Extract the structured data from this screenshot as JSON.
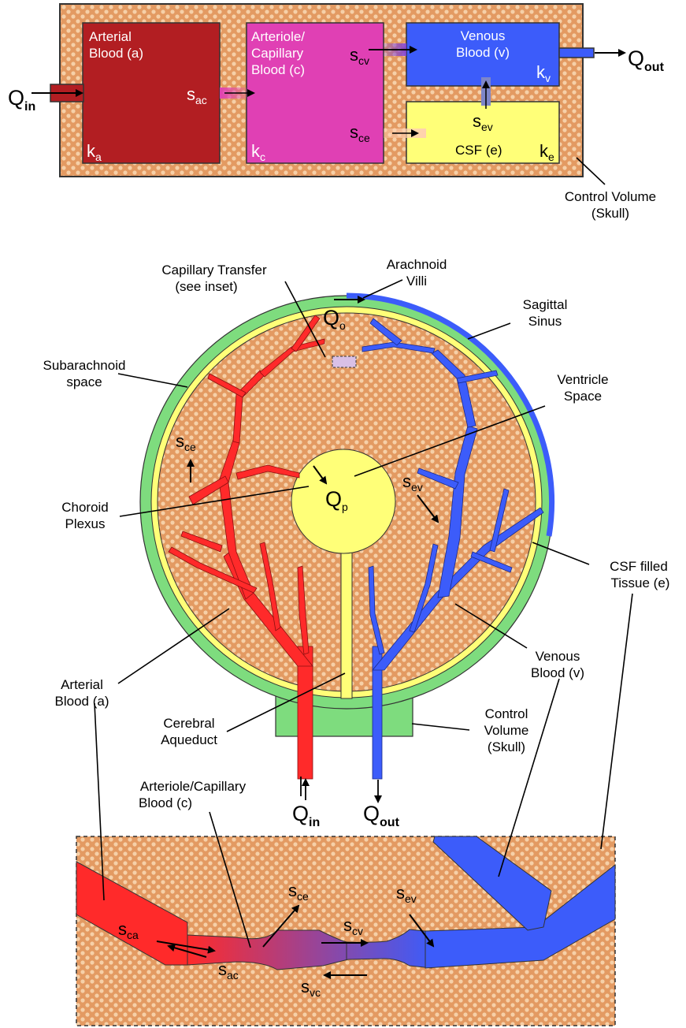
{
  "colors": {
    "tissue": "#e39a62",
    "tissue_dot": "#f6d0a8",
    "arterial": "#b21e22",
    "arterial_bright": "#ff2a2a",
    "capillary": "#e040b4",
    "venous": "#3c5cfa",
    "csf": "#ffff78",
    "skull": "#7edc7e",
    "outline": "#333333"
  },
  "top_panel": {
    "arterial": {
      "line1": "Arterial",
      "line2": "Blood (a)",
      "k": "k",
      "k_sub": "a"
    },
    "capillary": {
      "line1": "Arteriole/",
      "line2": "Capillary",
      "line3": "Blood (c)",
      "k": "k",
      "k_sub": "c"
    },
    "venous": {
      "line1": "Venous",
      "line2": "Blood (v)",
      "k": "k",
      "k_sub": "v"
    },
    "csf": {
      "label": "CSF (e)",
      "k": "k",
      "k_sub": "e"
    },
    "s_ac": {
      "s": "s",
      "sub": "ac"
    },
    "s_cv": {
      "s": "s",
      "sub": "cv"
    },
    "s_ce": {
      "s": "s",
      "sub": "ce"
    },
    "s_ev": {
      "s": "s",
      "sub": "ev"
    },
    "q_in": {
      "q": "Q",
      "sub": "in"
    },
    "q_out": {
      "q": "Q",
      "sub": "out"
    },
    "control_volume": {
      "line1": "Control Volume",
      "line2": "(Skull)"
    }
  },
  "brain": {
    "capillary_transfer": {
      "line1": "Capillary Transfer",
      "line2": "(see inset)"
    },
    "arachnoid": {
      "line1": "Arachnoid",
      "line2": "Villi"
    },
    "sagittal": {
      "line1": "Sagittal",
      "line2": "Sinus"
    },
    "subarachnoid": {
      "line1": "Subarachnoid",
      "line2": "space"
    },
    "ventricle": {
      "line1": "Ventricle",
      "line2": "Space"
    },
    "choroid": {
      "line1": "Choroid",
      "line2": "Plexus"
    },
    "csf_tissue": {
      "line1": "CSF filled",
      "line2": "Tissue (e)"
    },
    "venous": {
      "line1": "Venous",
      "line2": "Blood (v)"
    },
    "arterial": {
      "line1": "Arterial",
      "line2": "Blood (a)"
    },
    "aqueduct": {
      "line1": "Cerebral",
      "line2": "Aqueduct"
    },
    "control_volume": {
      "line1": "Control",
      "line2": "Volume",
      "line3": "(Skull)"
    },
    "arteriole": {
      "line1": "Arteriole/Capillary",
      "line2": "Blood (c)"
    },
    "q_o": {
      "q": "Q",
      "sub": "o"
    },
    "q_p": {
      "q": "Q",
      "sub": "p"
    },
    "s_ce": {
      "s": "s",
      "sub": "ce"
    },
    "s_ev": {
      "s": "s",
      "sub": "ev"
    },
    "q_in": {
      "q": "Q",
      "sub": "in"
    },
    "q_out": {
      "q": "Q",
      "sub": "out"
    }
  },
  "inset": {
    "s_ca": {
      "s": "s",
      "sub": "ca"
    },
    "s_ac": {
      "s": "s",
      "sub": "ac"
    },
    "s_ce": {
      "s": "s",
      "sub": "ce"
    },
    "s_cv": {
      "s": "s",
      "sub": "cv"
    },
    "s_vc": {
      "s": "s",
      "sub": "vc"
    },
    "s_ev": {
      "s": "s",
      "sub": "ev"
    }
  }
}
